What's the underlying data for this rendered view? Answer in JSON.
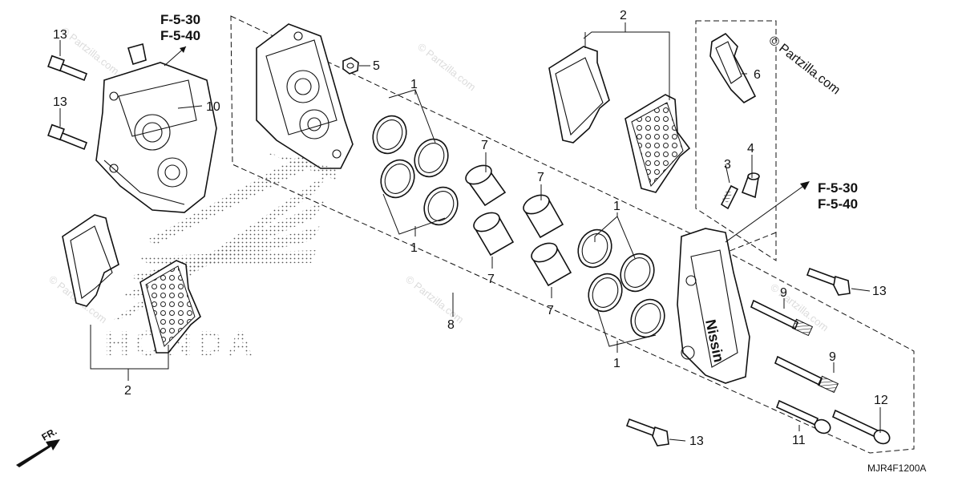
{
  "watermark": {
    "primary": "© Partzilla.com",
    "secondary": "© Partzilla.com"
  },
  "brand_mark": "HONDA",
  "caliper_brand": "Nissin",
  "reference_labels": [
    "F-5-30",
    "F-5-40"
  ],
  "callouts": {
    "c1": "1",
    "c2": "2",
    "c3": "3",
    "c4": "4",
    "c5": "5",
    "c6": "6",
    "c7": "7",
    "c8": "8",
    "c9": "9",
    "c10": "10",
    "c11": "11",
    "c12": "12",
    "c13": "13"
  },
  "diagram_code": "MJR4F1200A",
  "direction_label": "FR."
}
